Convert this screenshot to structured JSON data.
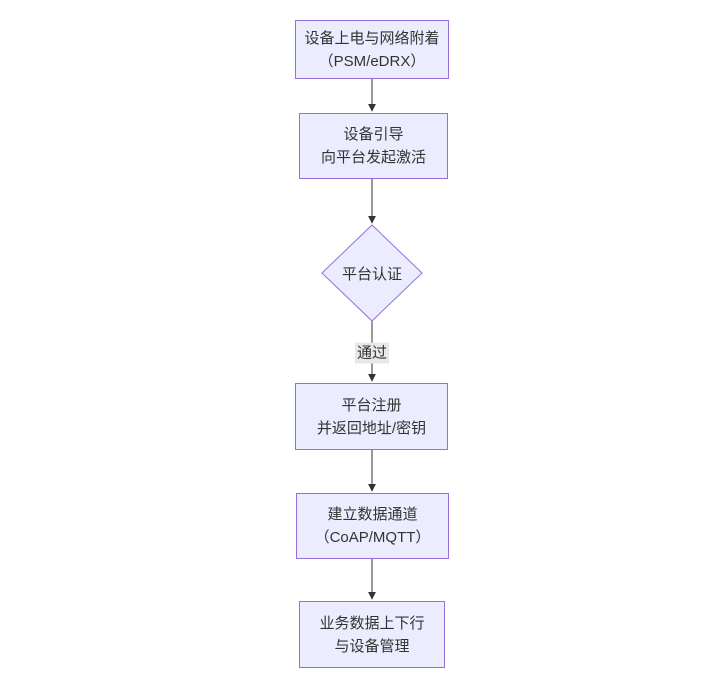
{
  "diagram": {
    "type": "flowchart",
    "direction": "top-down",
    "colors": {
      "background": "#ffffff",
      "node_fill": "#ececff",
      "node_border": "#9370db",
      "text": "#333333",
      "edge": "#333333",
      "edge_label_bg": "#e8e8e8"
    },
    "nodes": [
      {
        "id": "power-network-attach",
        "shape": "rect",
        "lines": [
          "设备上电与网络附着",
          "（PSM/eDRX）"
        ]
      },
      {
        "id": "bootstrap-activate",
        "shape": "rect",
        "lines": [
          "设备引导",
          "向平台发起激活"
        ]
      },
      {
        "id": "platform-auth",
        "shape": "diamond",
        "lines": [
          "平台认证"
        ]
      },
      {
        "id": "platform-register",
        "shape": "rect",
        "lines": [
          "平台注册",
          "并返回地址/密钥"
        ]
      },
      {
        "id": "data-channel",
        "shape": "rect",
        "lines": [
          "建立数据通道",
          "（CoAP/MQTT）"
        ]
      },
      {
        "id": "business-data",
        "shape": "rect",
        "lines": [
          "业务数据上下行",
          "与设备管理"
        ]
      }
    ],
    "edges": [
      {
        "from": "power-network-attach",
        "to": "bootstrap-activate",
        "label": ""
      },
      {
        "from": "bootstrap-activate",
        "to": "platform-auth",
        "label": ""
      },
      {
        "from": "platform-auth",
        "to": "platform-register",
        "label": "通过"
      },
      {
        "from": "platform-register",
        "to": "data-channel",
        "label": ""
      },
      {
        "from": "data-channel",
        "to": "business-data",
        "label": ""
      }
    ]
  }
}
